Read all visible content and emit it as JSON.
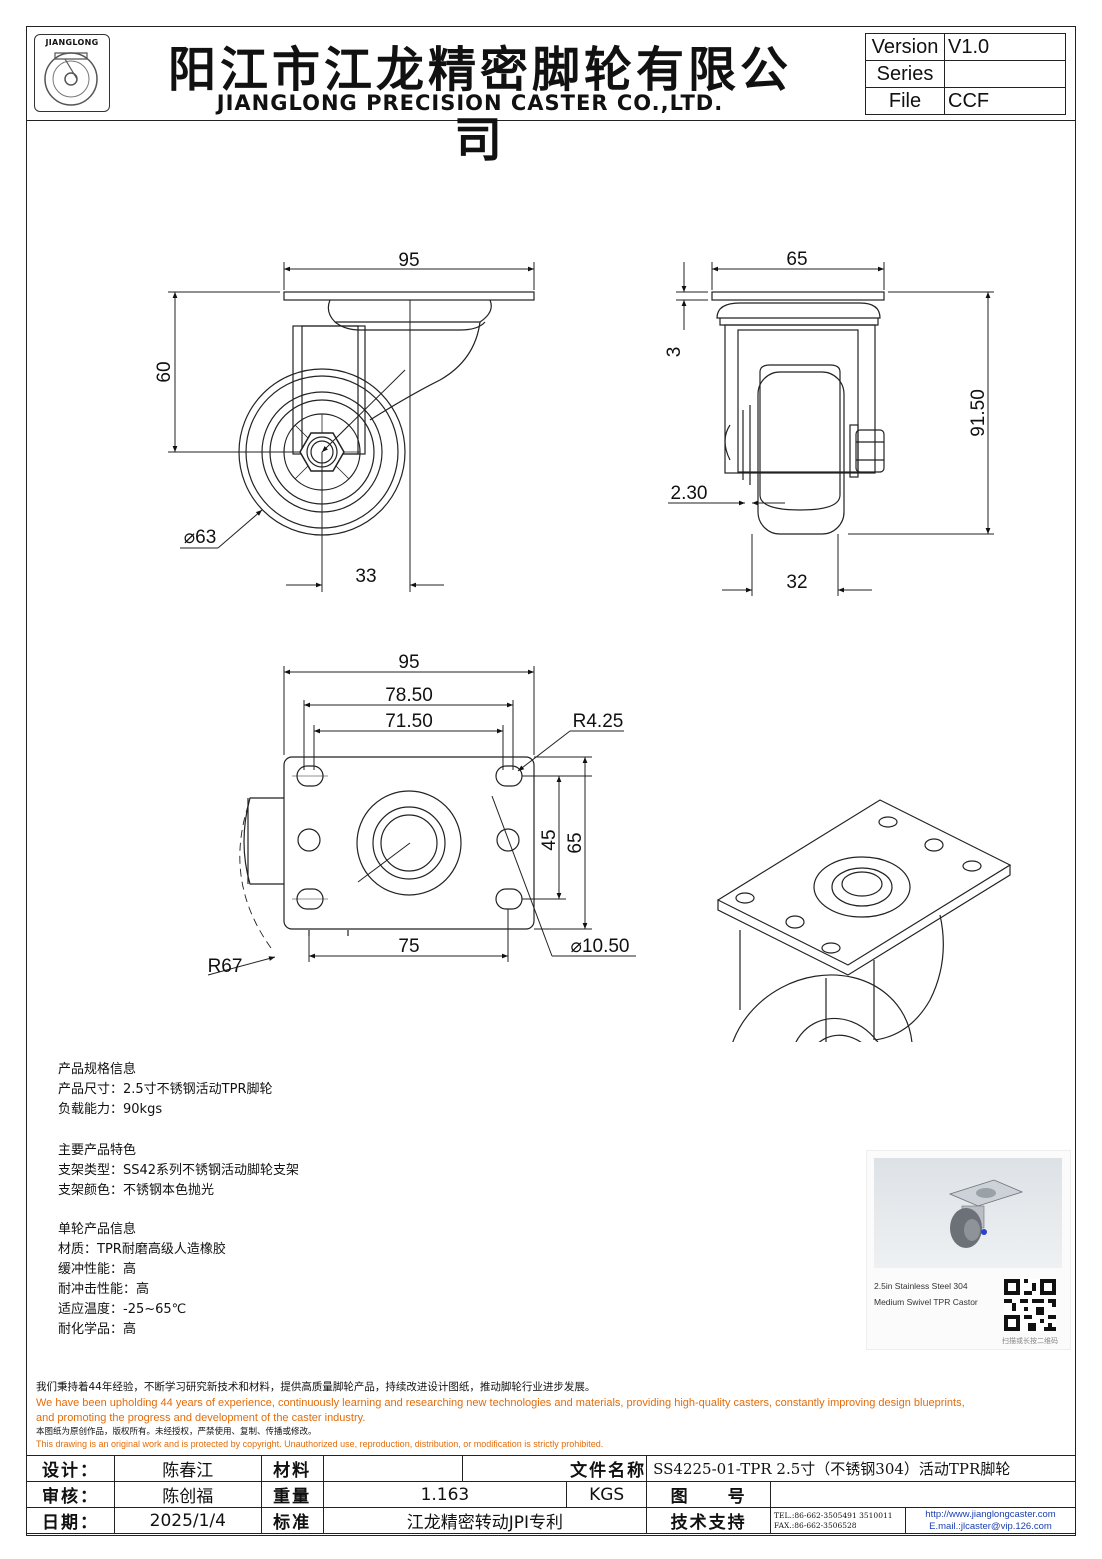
{
  "header": {
    "logo_text": "JIANGLONG",
    "company_cn": "阳江市江龙精密脚轮有限公司",
    "company_en": "JIANGLONG PRECISION CASTER CO.,LTD.",
    "version_label": "Version",
    "version_value": "V1.0",
    "series_label": "Series",
    "series_value": "",
    "file_label": "File",
    "file_value": "CCF"
  },
  "dimensions": {
    "front": {
      "width": "95",
      "height": "60",
      "diameter": "⌀63",
      "offset": "33"
    },
    "side": {
      "width": "65",
      "plate": "3",
      "height": "91.50",
      "tread": "2.30",
      "wheel_width": "32"
    },
    "top": {
      "width": "95",
      "hole_span_outer": "78.50",
      "hole_span_inner": "71.50",
      "slot_radius": "R4.25",
      "hole_span_v": "45",
      "plate_depth": "65",
      "hole_span_bottom": "75",
      "hole_dia": "⌀10.50",
      "swivel_radius": "R67"
    }
  },
  "specs": {
    "group1_title": "产品规格信息",
    "size": "产品尺寸：2.5寸不锈钢活动TPR脚轮",
    "load": "负载能力：90kgs",
    "group2_title": "主要产品特色",
    "bracket_type": "支架类型：SS42系列不锈钢活动脚轮支架",
    "bracket_color": "支架颜色：不锈钢本色抛光",
    "group3_title": "单轮产品信息",
    "material": "材质：TPR耐磨高级人造橡胶",
    "cushion": "缓冲性能：高",
    "impact": "耐冲击性能：高",
    "temp": "适应温度：-25~65℃",
    "chem": "耐化学品：高"
  },
  "preview": {
    "caption": "2.5in Stainless Steel 304 Medium Swivel TPR Castor",
    "qr_caption": "扫描或长按二维码"
  },
  "notes": {
    "mission_cn": "我们秉持着44年经验，不断学习研究新技术和材料，提供高质量脚轮产品，持续改进设计图纸，推动脚轮行业进步发展。",
    "mission_en_1": "We have been upholding 44 years of experience, continuously learning and researching new technologies and materials, providing high-quality casters, constantly improving design blueprints,",
    "mission_en_2": "and promoting the progress and development of the caster industry.",
    "copyright_cn": "本图纸为原创作品，版权所有。未经授权，严禁使用、复制、传播或修改。",
    "copyright_en": "This drawing is an original work and is protected by copyright. Unauthorized use, reproduction, distribution, or modification is strictly prohibited."
  },
  "title_block": {
    "designer_label": "设计：",
    "designer": "陈春江",
    "material_label": "材料",
    "material": "",
    "filename_label": "文件名称",
    "filename": "SS4225-01-TPR 2.5寸（不锈钢304）活动TPR脚轮",
    "reviewer_label": "审核：",
    "reviewer": "陈创福",
    "weight_label": "重量",
    "weight": "1.163",
    "weight_unit": "KGS",
    "drawing_no_label": "图　　号",
    "drawing_no": "",
    "date_label": "日期：",
    "date": "2025/1/4",
    "standard_label": "标准",
    "standard": "江龙精密转动JPI专利",
    "support_label": "技术支持",
    "tel": "TEL.:86-662-3505491 3510011",
    "fax": "FAX.:86-662-3506528",
    "website": "http://www.jianglongcaster.com",
    "email": "E.mail.:jlcaster@vip.126.com"
  }
}
